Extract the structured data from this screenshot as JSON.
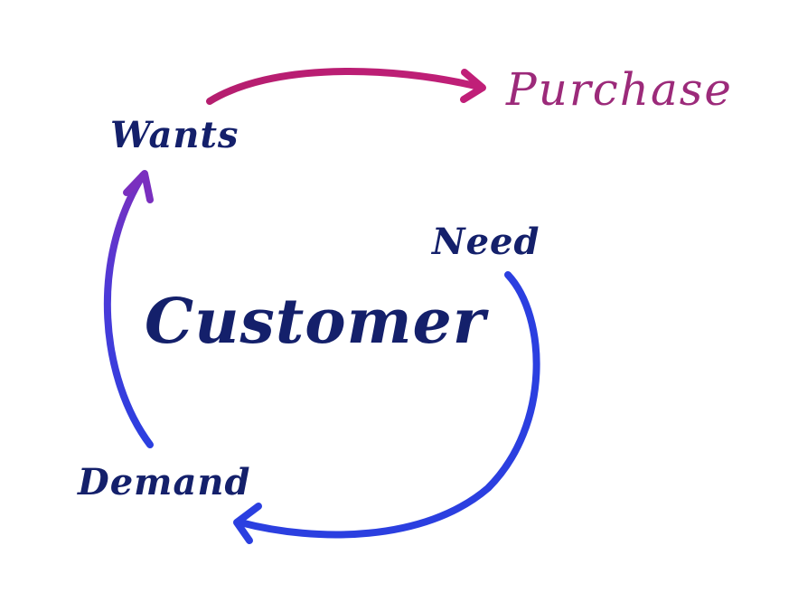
{
  "diagram": {
    "center_label": "Customer",
    "nodes": {
      "wants": "Wants",
      "purchase": "Purchase",
      "need": "Need",
      "demand": "Demand"
    }
  },
  "colors": {
    "text_navy": "#14206b",
    "purchase_magenta": "#9c2a7a",
    "arrow_magenta": "#b51e6f",
    "arrow_purple": "#7a2fbf",
    "arrow_blue": "#2b3fe0"
  }
}
